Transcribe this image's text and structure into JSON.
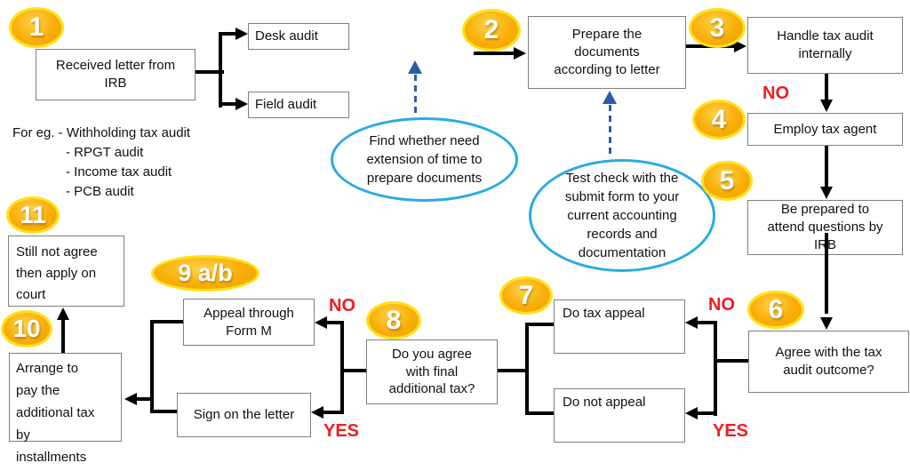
{
  "title": "Tax audit process flowchart",
  "badges": {
    "b1": "1",
    "b2": "2",
    "b3": "3",
    "b4": "4",
    "b5": "5",
    "b6": "6",
    "b7": "7",
    "b8": "8",
    "b9": "9 a/b",
    "b10": "10",
    "b11": "11"
  },
  "boxes": {
    "received": "Received letter from\nIRB",
    "desk": "Desk audit",
    "field": "Field audit",
    "prepare": "Prepare the\ndocuments\naccording to letter",
    "handle": "Handle tax audit\ninternally",
    "employ": "Employ tax agent",
    "be_prepared": "Be prepared to\nattend questions by\nIRB",
    "agree_outcome": "Agree with the tax\naudit outcome?",
    "do_tax_appeal": "Do tax appeal",
    "do_not_appeal": "Do not appeal",
    "agree_final": "Do you agree\nwith final\nadditional tax?",
    "appeal_form_m": "Appeal through\nForm M",
    "sign_letter": "Sign on the letter",
    "court": "Still not agree\nthen apply on\ncourt",
    "arrange": "Arrange to\npay the\nadditional tax\nby\ninstallments"
  },
  "bubbles": {
    "extension": "Find whether need\nextension of time to\nprepare documents",
    "test_check": "Test check with the\nsubmit form to your\ncurrent accounting\nrecords and\ndocumentation"
  },
  "for_eg": {
    "intro_line": "For eg. - Withholding tax audit",
    "items": [
      "- RPGT audit",
      "- Income tax audit",
      "- PCB audit"
    ]
  },
  "labels": {
    "no": "NO",
    "yes": "YES"
  },
  "colors": {
    "badge_fill": "#F8AE06",
    "badge_border": "#FFE11A",
    "bubble_border": "#29ABE2",
    "dashed_arrow": "#2B5DA7",
    "flow_line": "#000000",
    "decision_red": "#EE1C25",
    "box_border": "#7F7F7F"
  }
}
